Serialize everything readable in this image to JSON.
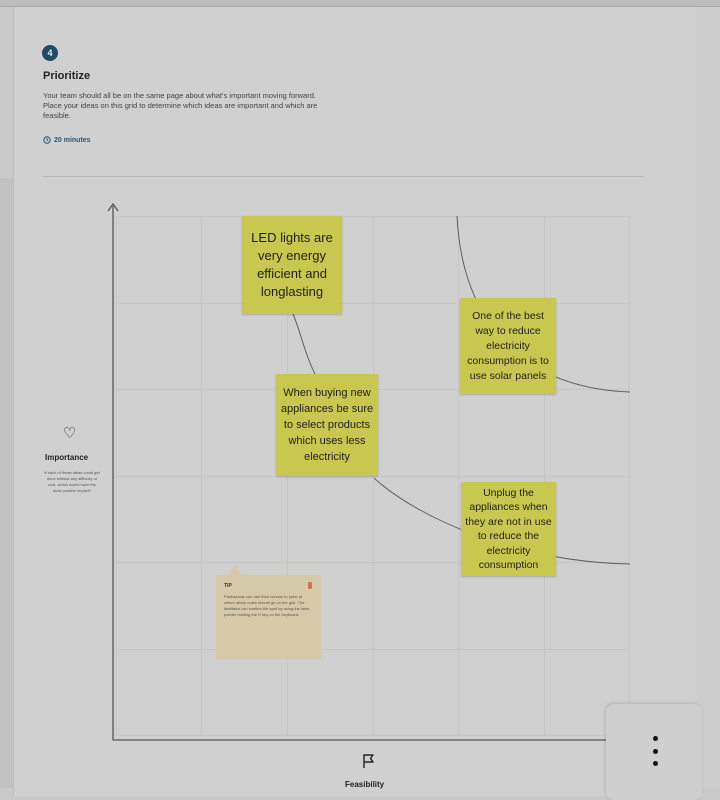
{
  "activity": {
    "step_number": "4",
    "title": "Prioritize",
    "description": "Your team should all be on the same page about what's important moving forward. Place your ideas on this grid to determine which ideas are important and which are feasible.",
    "timer_label": "20 minutes"
  },
  "axes": {
    "y_label": "Importance",
    "y_icon": "heart-icon",
    "y_description": "If each of these ideas could get done without any difficulty or cost, which would have the most positive impact?",
    "x_label": "Feasibility",
    "x_icon": "flag-icon"
  },
  "stickies": [
    {
      "text": "LED lights are very energy efficient and longlasting",
      "color": "#c8c850"
    },
    {
      "text": "One of the best way to reduce electricity consumption is to use solar panels",
      "color": "#c8c850"
    },
    {
      "text": "When buying new appliances be sure to select products which uses less electricity",
      "color": "#c8c850"
    },
    {
      "text": "Unplug the appliances when they are not in use to reduce the electricity consumption",
      "color": "#c8c850"
    }
  ],
  "tip": {
    "title": "TIP",
    "body": "Participants can use their cursors to point at where sticky notes should go on the grid. The facilitator can confirm the spot by using the laser pointer holding the H key on the keyboard."
  },
  "menu": {
    "icon": "more-vertical-icon"
  }
}
